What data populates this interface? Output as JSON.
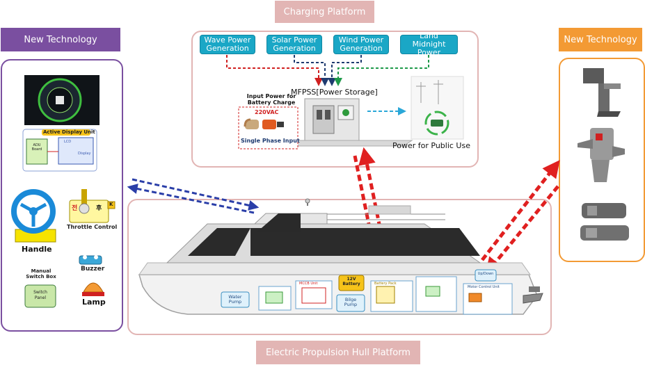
{
  "banners": {
    "charging": "Charging Platform",
    "left_tech": "New Technology",
    "right_tech": "New Technology",
    "hull": "Electric Propulsion Hull Platform"
  },
  "charging": {
    "sources": [
      "Wave Power Generation",
      "Solar Power Generation",
      "Wind Power Generation",
      "Land Midnight Power"
    ],
    "storage_label": "MFPSS[Power Storage]",
    "input_title": "Input Power for Battery Charge",
    "voltage": "220VAC",
    "single_phase": "Single Phase Input",
    "public_use": "Power for Public Use"
  },
  "left_panel": {
    "active_display_unit": "Active Display Unit",
    "adu_board": "ADU Board",
    "lcd": "LCD",
    "display": "Display",
    "handle": "Handle",
    "throttle": "Throttle Control",
    "throttle_fwd": "전",
    "throttle_rev": "후",
    "throttle_k": "K",
    "buzzer": "Buzzer",
    "manual_switch_box": "Manual Switch Box",
    "switch_panel": "Switch Panel",
    "lamp": "Lamp"
  },
  "hull": {
    "water_pump": "Water Pump",
    "battery": "12V Battery",
    "bilge_pump": "Bilge Pump",
    "mccb": "MCCB Unit",
    "battery_pack": "Battery Pack",
    "up_down": "Up/Down",
    "motor_control": "Motor Control Unit"
  },
  "colors": {
    "charging_banner": "#e2b5b4",
    "left_banner": "#7a4fa0",
    "right_banner": "#f39a34",
    "hull_banner": "#e2b5b4",
    "source_button": "#1aa7c6",
    "arrow_red": "#e02020",
    "arrow_blue": "#2a3ea8"
  }
}
